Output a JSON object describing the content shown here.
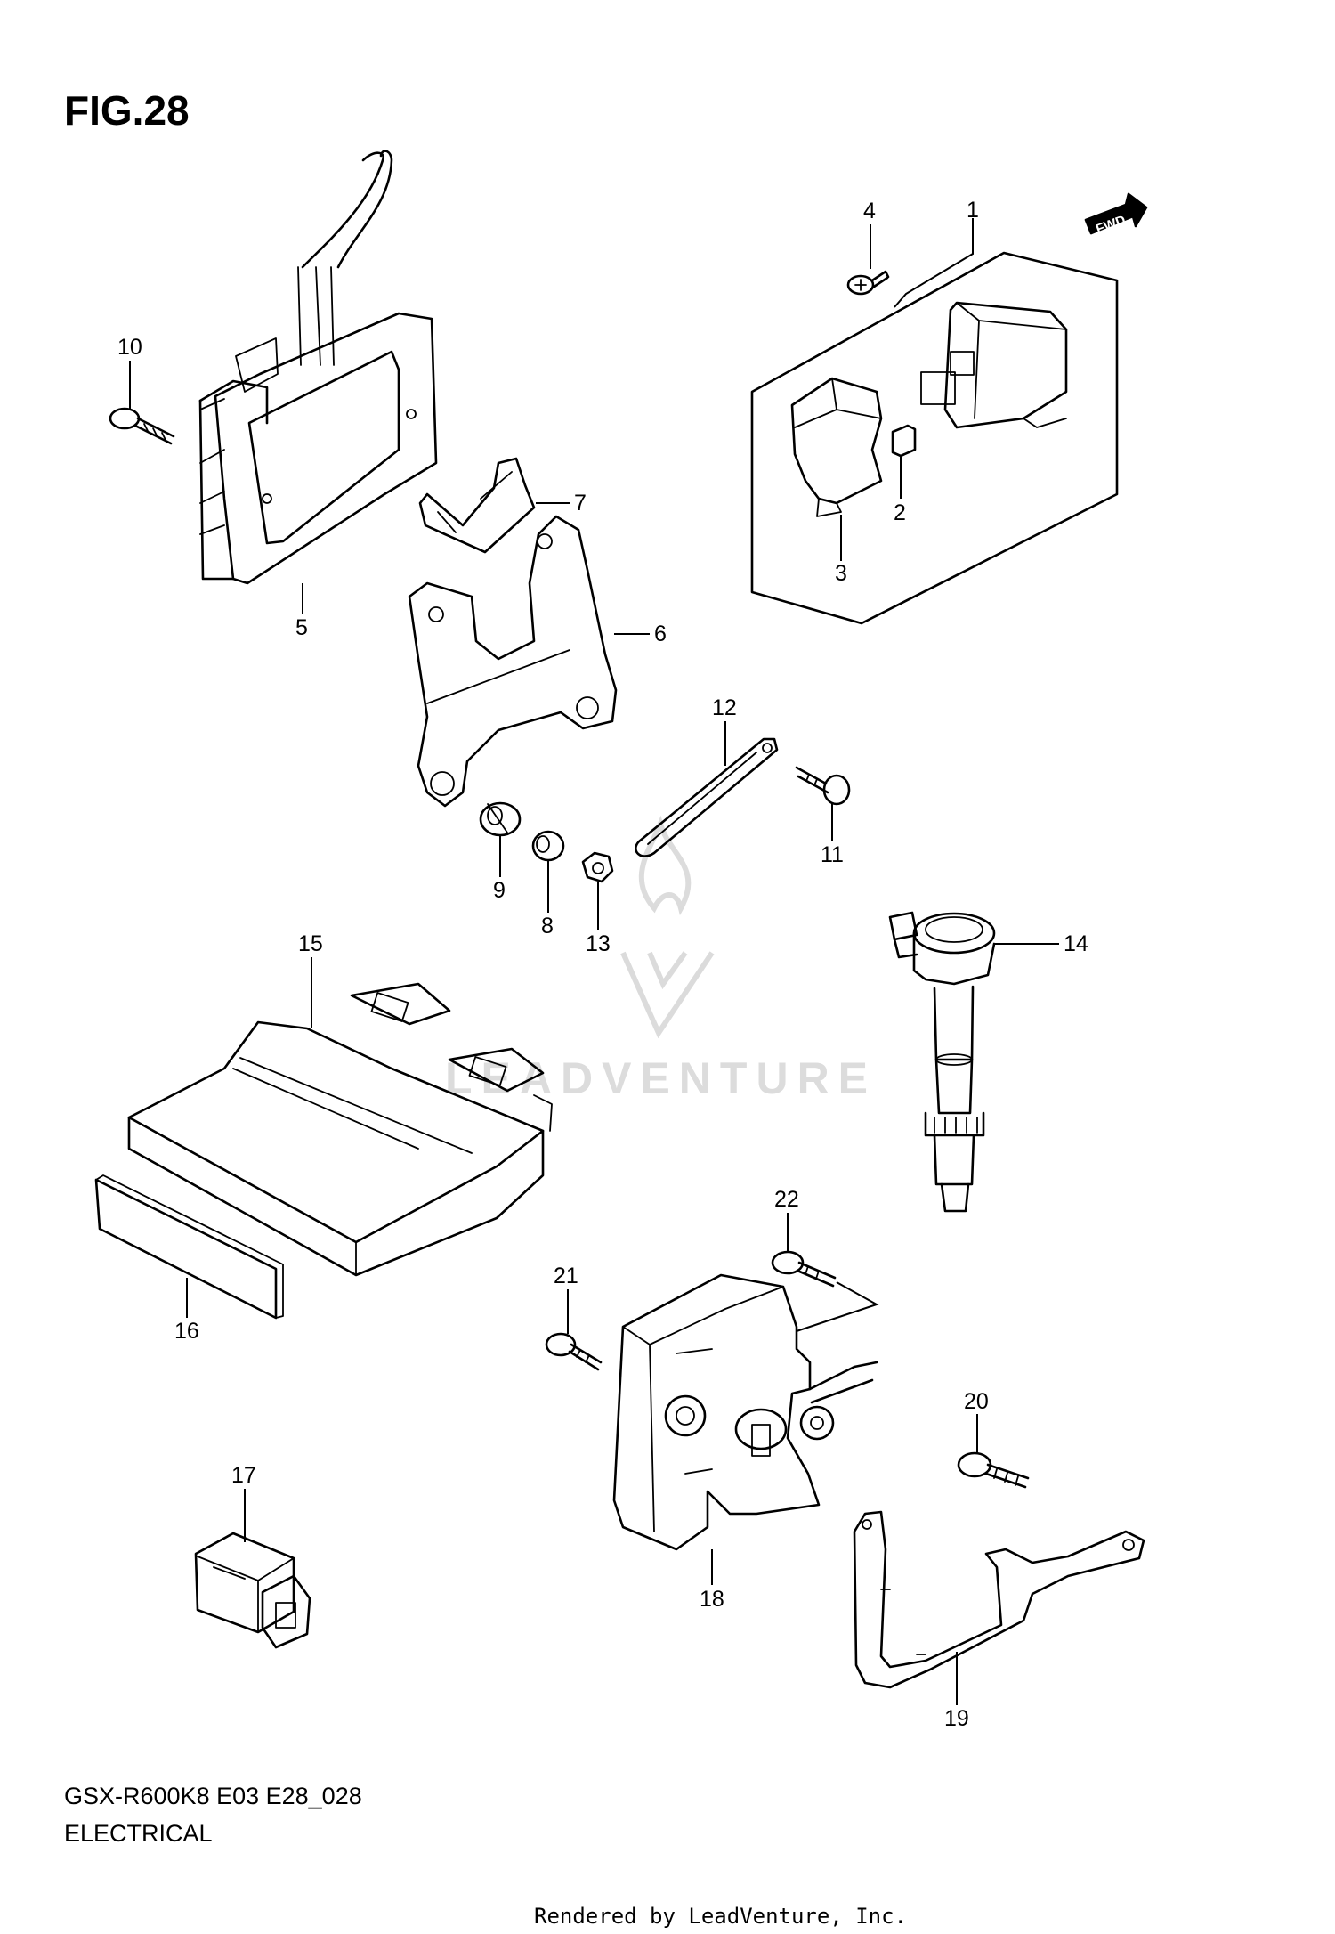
{
  "figure": {
    "title": "FIG.28",
    "model_code": "GSX-R600K8 E03 E28_028",
    "section": "ELECTRICAL",
    "footer": "Rendered by LeadVenture, Inc.",
    "watermark": "LEADVENTURE",
    "fwd_badge": "FWD"
  },
  "callouts": [
    "1",
    "2",
    "3",
    "4",
    "5",
    "6",
    "7",
    "8",
    "9",
    "10",
    "11",
    "12",
    "13",
    "14",
    "15",
    "16",
    "17",
    "18",
    "19",
    "20",
    "21",
    "22"
  ],
  "parts": [
    {
      "ref": "1",
      "icon": "relay-assembly-icon"
    },
    {
      "ref": "2",
      "icon": "fuse-icon"
    },
    {
      "ref": "3",
      "icon": "relay-cover-icon"
    },
    {
      "ref": "4",
      "icon": "screw-icon"
    },
    {
      "ref": "5",
      "icon": "regulator-rectifier-icon"
    },
    {
      "ref": "6",
      "icon": "bracket-icon"
    },
    {
      "ref": "7",
      "icon": "clip-bracket-icon"
    },
    {
      "ref": "8",
      "icon": "collar-icon"
    },
    {
      "ref": "9",
      "icon": "grommet-icon"
    },
    {
      "ref": "10",
      "icon": "bolt-icon"
    },
    {
      "ref": "11",
      "icon": "bolt-icon"
    },
    {
      "ref": "12",
      "icon": "band-icon"
    },
    {
      "ref": "13",
      "icon": "nut-icon"
    },
    {
      "ref": "14",
      "icon": "ignition-coil-icon"
    },
    {
      "ref": "15",
      "icon": "ecm-unit-icon"
    },
    {
      "ref": "16",
      "icon": "cushion-pad-icon"
    },
    {
      "ref": "17",
      "icon": "connector-icon"
    },
    {
      "ref": "18",
      "icon": "actuator-icon"
    },
    {
      "ref": "19",
      "icon": "bracket-icon"
    },
    {
      "ref": "20",
      "icon": "bolt-icon"
    },
    {
      "ref": "21",
      "icon": "bolt-icon"
    },
    {
      "ref": "22",
      "icon": "bolt-icon"
    }
  ]
}
